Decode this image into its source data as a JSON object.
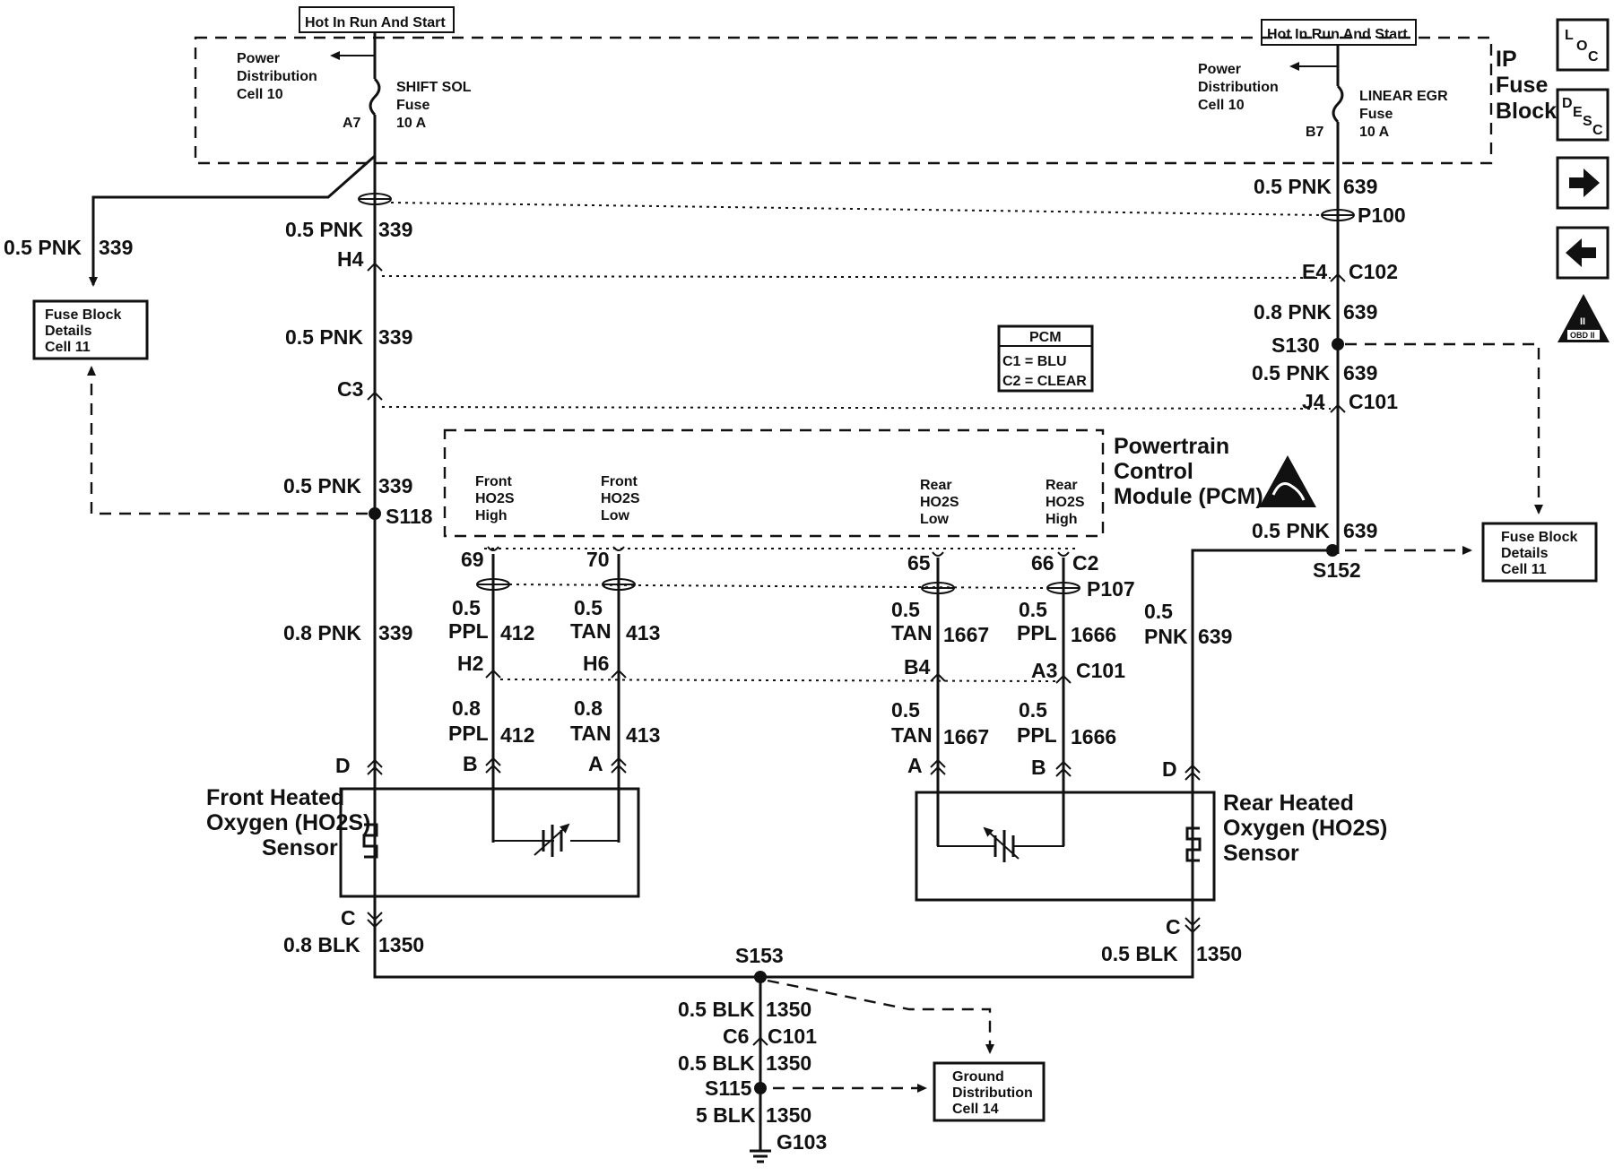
{
  "hot_labels": {
    "left": "Hot In Run And Start",
    "right": "Hot In Run And Start"
  },
  "ip_fuse_block": {
    "line1": "IP",
    "line2": "Fuse",
    "line3": "Block"
  },
  "left_fuse": {
    "pd1": "Power",
    "pd2": "Distribution",
    "pd3": "Cell 10",
    "name": "SHIFT SOL",
    "word": "Fuse",
    "rating": "10 A",
    "pin": "A7"
  },
  "right_fuse": {
    "pd1": "Power",
    "pd2": "Distribution",
    "pd3": "Cell 10",
    "name": "LINEAR EGR",
    "word": "Fuse",
    "rating": "10 A",
    "pin": "B7"
  },
  "side_buttons": {
    "loc": "LOC",
    "desc": "DESC",
    "forward": "next",
    "back": "previous",
    "obd": "OBD II"
  },
  "fuse_block_details_left": {
    "l1": "Fuse Block",
    "l2": "Details",
    "l3": "Cell 11"
  },
  "fuse_block_details_right": {
    "l1": "Fuse Block",
    "l2": "Details",
    "l3": "Cell 11"
  },
  "ground_distribution": {
    "l1": "Ground",
    "l2": "Distribution",
    "l3": "Cell 14"
  },
  "pcm_legend": {
    "title": "PCM",
    "c1": "C1 = BLU",
    "c2": "C2 = CLEAR"
  },
  "pcm": {
    "name1": "Powertrain",
    "name2": "Control",
    "name3": "Module (PCM)",
    "pins": [
      {
        "l1": "Front",
        "l2": "HO2S",
        "l3": "High"
      },
      {
        "l1": "Front",
        "l2": "HO2S",
        "l3": "Low"
      },
      {
        "l1": "Rear",
        "l2": "HO2S",
        "l3": "Low"
      },
      {
        "l1": "Rear",
        "l2": "HO2S",
        "l3": "High"
      }
    ],
    "pin_numbers": [
      "69",
      "70",
      "65",
      "66"
    ],
    "connector": "C2",
    "splice_pack": "P107"
  },
  "circuit_339": {
    "wire_top": "0.5 PNK",
    "num_top": "339",
    "branch_wire": "0.5 PNK",
    "branch_num": "339",
    "h4": "H4",
    "mid_wire": "0.5 PNK",
    "mid_num": "339",
    "c3": "C3",
    "low_wire": "0.5 PNK",
    "low_num": "339",
    "splice": "S118",
    "bottom_wire": "0.8 PNK",
    "bottom_num": "339",
    "pin_d": "D"
  },
  "circuit_639": {
    "w1": "0.5 PNK",
    "n1": "639",
    "p100": "P100",
    "e4": "E4",
    "c102": "C102",
    "w2": "0.8 PNK",
    "n2": "639",
    "s130": "S130",
    "w3": "0.5 PNK",
    "n3": "639",
    "j4": "J4",
    "c101": "C101",
    "w4": "0.5 PNK",
    "n4": "639",
    "s152": "S152",
    "w5a": "0.5",
    "w5b": "PNK",
    "n5": "639",
    "pin_d": "D"
  },
  "signal_wires": {
    "w412_a": "0.5",
    "w412_b": "PPL",
    "n412": "412",
    "w413_a": "0.5",
    "w413_b": "TAN",
    "n413": "413",
    "w1667_a": "0.5",
    "w1667_b": "TAN",
    "n1667": "1667",
    "w1666_a": "0.5",
    "w1666_b": "PPL",
    "n1666": "1666",
    "h2": "H2",
    "h6": "H6",
    "b4": "B4",
    "a3": "A3",
    "c101": "C101",
    "l412_a": "0.8",
    "l412_b": "PPL",
    "ln412": "412",
    "l413_a": "0.8",
    "l413_b": "TAN",
    "ln413": "413",
    "l1667_a": "0.5",
    "l1667_b": "TAN",
    "ln1667": "1667",
    "l1666_a": "0.5",
    "l1666_b": "PPL",
    "ln1666": "1666",
    "pin_b1": "B",
    "pin_a1": "A",
    "pin_a2": "A",
    "pin_b2": "B"
  },
  "front_sensor": {
    "l1": "Front Heated",
    "l2": "Oxygen (HO2S)",
    "l3": "Sensor"
  },
  "rear_sensor": {
    "l1": "Rear Heated",
    "l2": "Oxygen (HO2S)",
    "l3": "Sensor"
  },
  "ground": {
    "left_pin": "C",
    "left_wire": "0.8 BLK",
    "left_num": "1350",
    "right_pin": "C",
    "right_wire": "0.5 BLK",
    "right_num": "1350",
    "s153": "S153",
    "w1": "0.5 BLK",
    "n1": "1350",
    "c6": "C6",
    "c101": "C101",
    "w2": "0.5 BLK",
    "n2": "1350",
    "s115": "S115",
    "w3": "5 BLK",
    "n3": "1350",
    "g103": "G103"
  }
}
